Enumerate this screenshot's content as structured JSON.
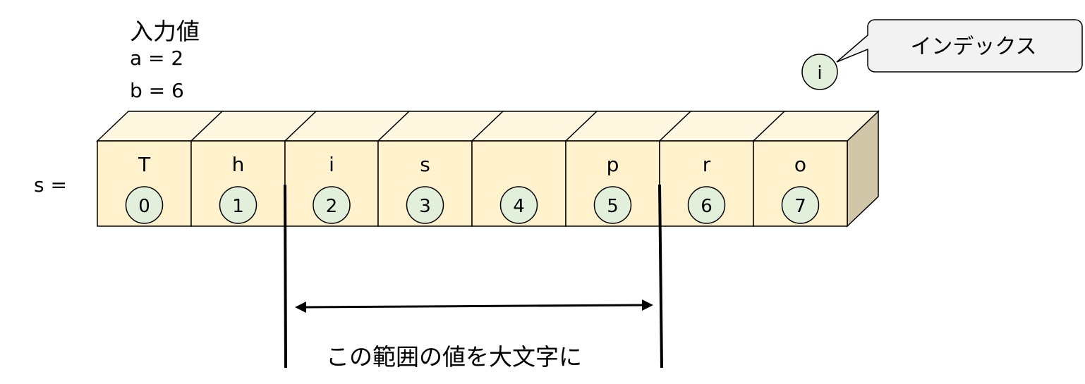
{
  "input": {
    "title": "入力値",
    "a_line": "a = 2",
    "b_line": "b = 6"
  },
  "string_label": "s =",
  "cells": [
    {
      "char": "T",
      "index": "0"
    },
    {
      "char": "h",
      "index": "1"
    },
    {
      "char": "i",
      "index": "2"
    },
    {
      "char": "s",
      "index": "3"
    },
    {
      "char": "",
      "index": "4"
    },
    {
      "char": "p",
      "index": "5"
    },
    {
      "char": "r",
      "index": "6"
    },
    {
      "char": "o",
      "index": "7"
    }
  ],
  "legend": {
    "symbol": "i",
    "label": "インデックス"
  },
  "range": {
    "caption": "この範囲の値を大文字に"
  },
  "colors": {
    "cell_front": "#fff2cc",
    "cell_top": "#fff7e0",
    "cell_side": "#d2c6a8",
    "index_circle": "#e2efda",
    "callout_fill": "#f2f2f2",
    "stroke": "#000000"
  }
}
